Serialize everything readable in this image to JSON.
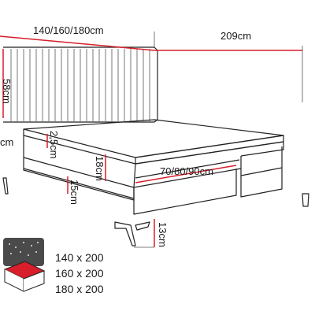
{
  "dimensions": {
    "width_label": "140/160/180cm",
    "length_label": "209cm",
    "headboard_height_label": "58cm",
    "side_label": "cm",
    "topper_label": "2,5cm",
    "mattress_label": "18cm",
    "module_width_label": "70/80/90cm",
    "box_label": "15cm",
    "leg_label": "13cm"
  },
  "sizes": [
    "140 x 200",
    "160 x 200",
    "180 x 200"
  ],
  "colors": {
    "line": "#222222",
    "measure": "#d81e2a",
    "storage_bg": "#4a4a4a"
  },
  "icons": {
    "storage": "storage-box-icon"
  }
}
